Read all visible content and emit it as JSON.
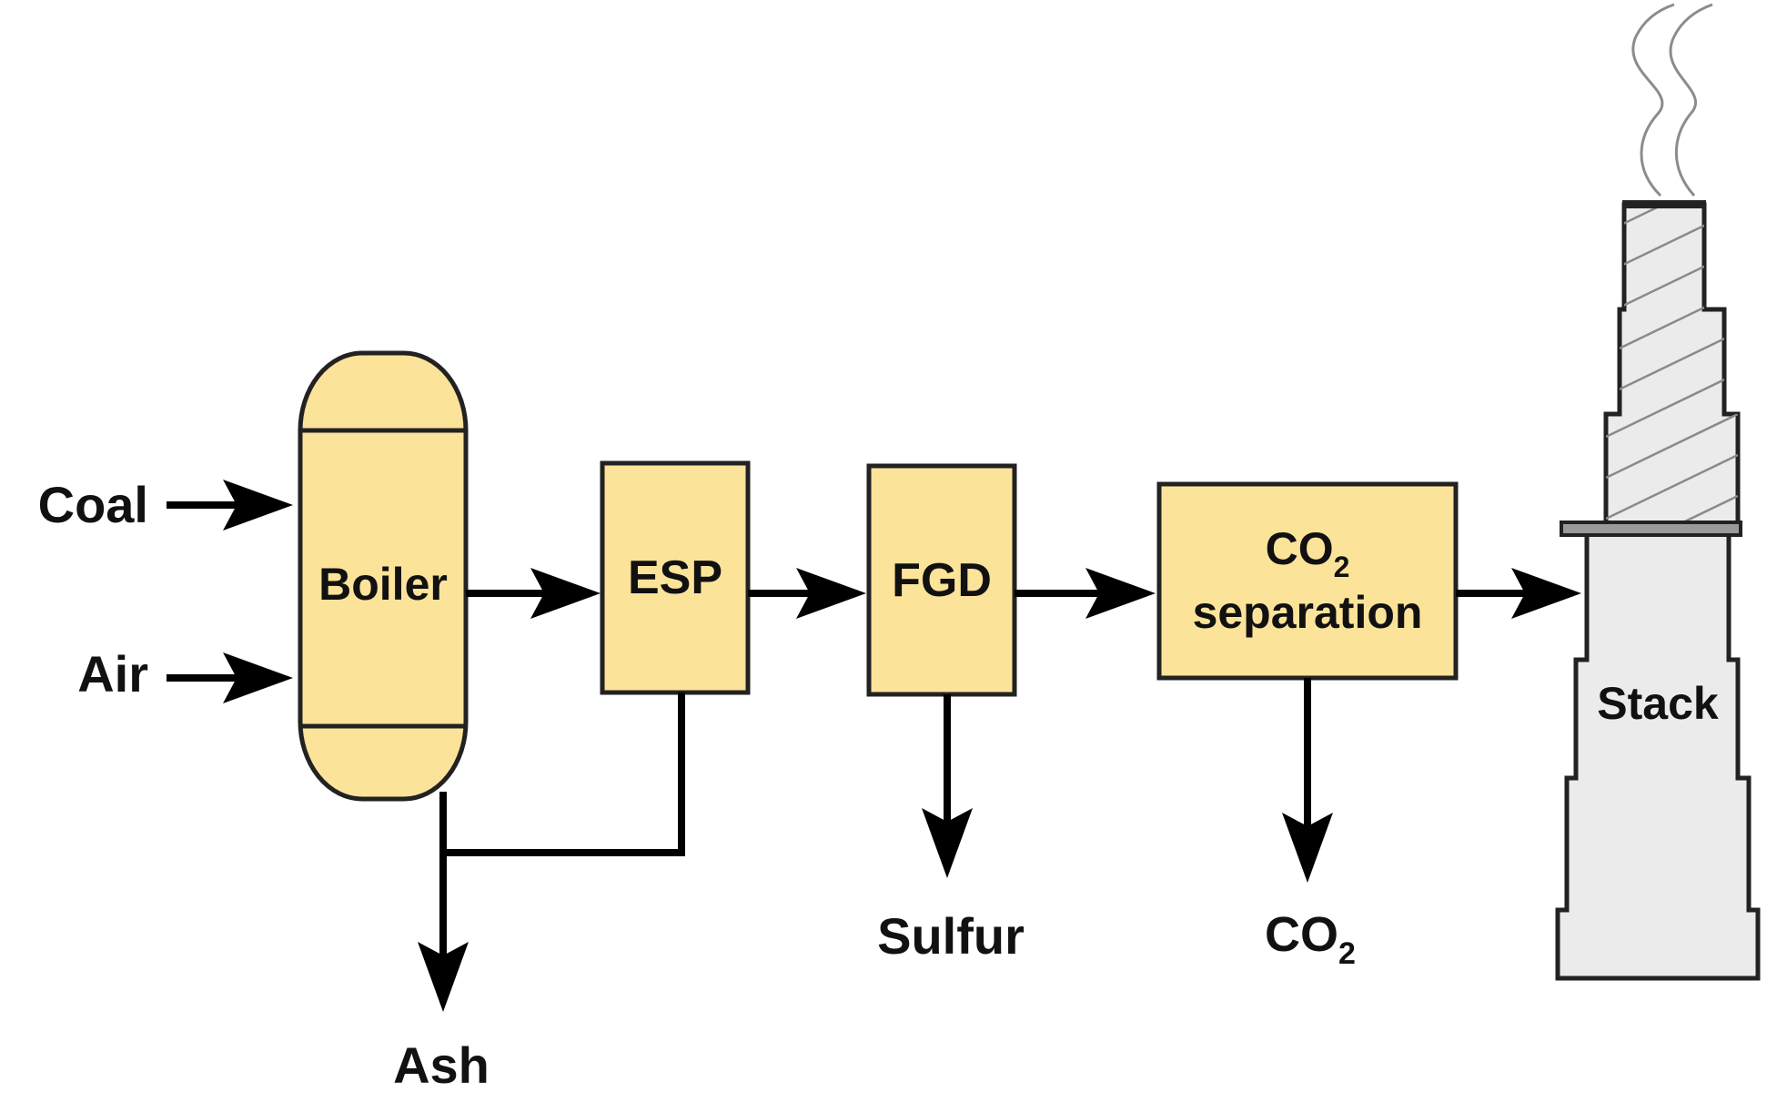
{
  "inputs": {
    "coal": "Coal",
    "air": "Air"
  },
  "units": {
    "boiler": "Boiler",
    "esp": "ESP",
    "fgd": "FGD",
    "co2_separation": {
      "main": "CO",
      "subscript": "2",
      "line2": "separation"
    },
    "stack": "Stack"
  },
  "outputs": {
    "ash": "Ash",
    "sulfur": "Sulfur",
    "co2": {
      "main": "CO",
      "subscript": "2"
    }
  },
  "colors": {
    "unit_fill": "#fce39a",
    "stack_fill": "#ebebeb",
    "line": "#000000"
  }
}
